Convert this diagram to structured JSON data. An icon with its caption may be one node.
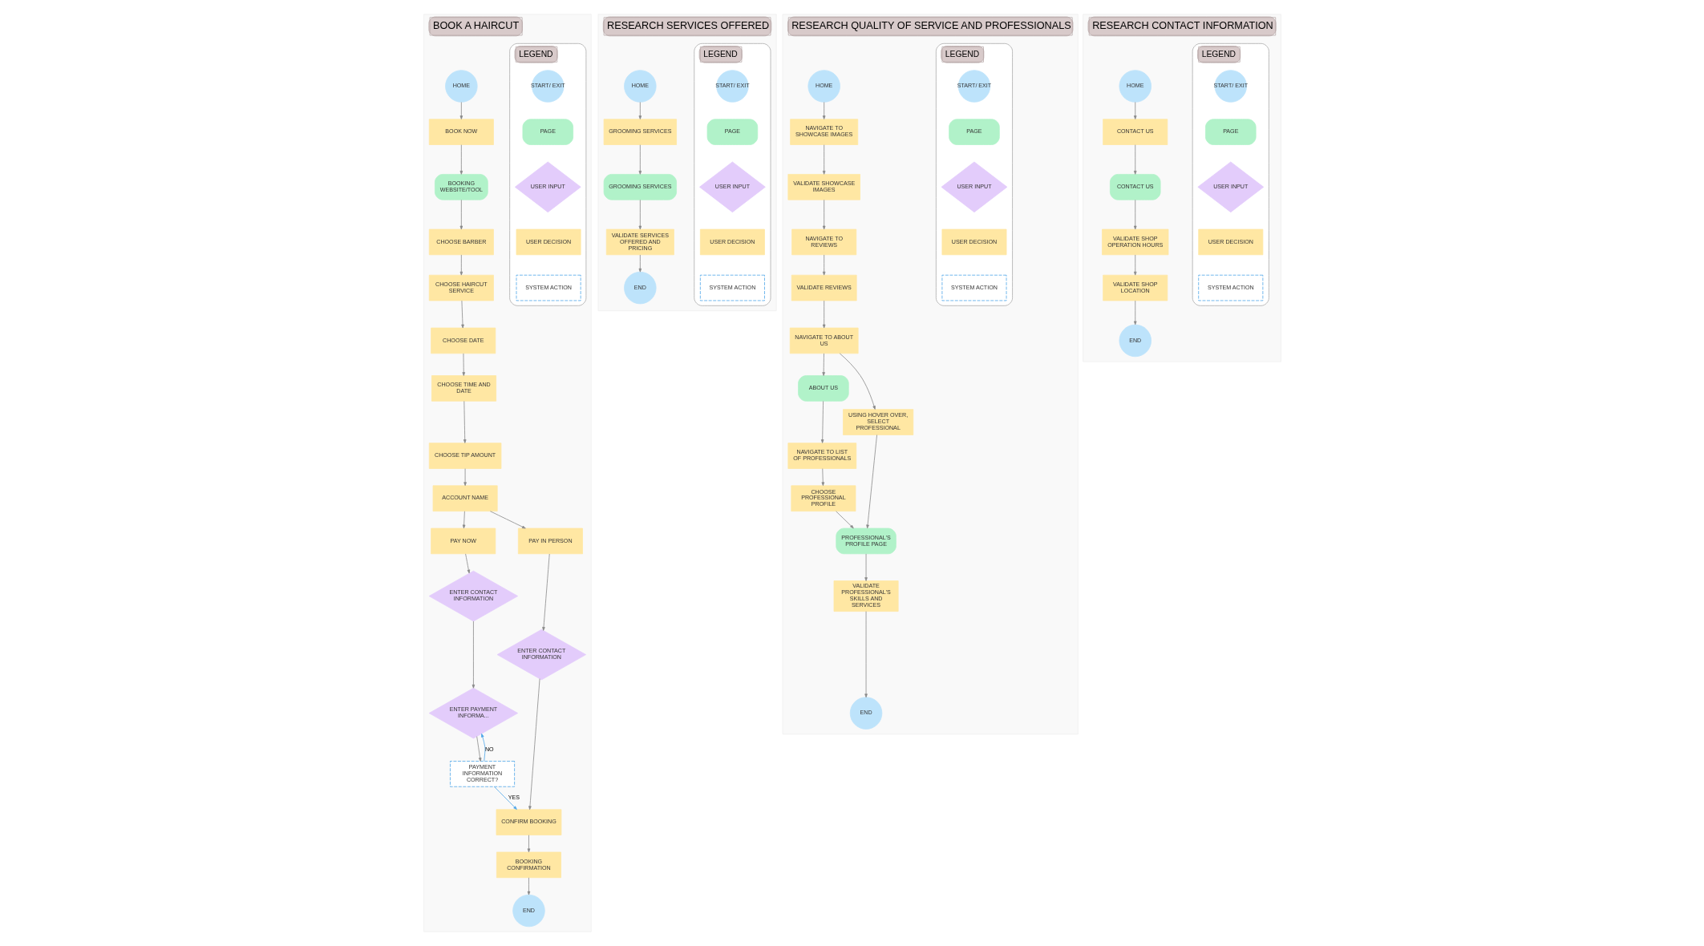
{
  "diagram": {
    "nodes": [
      {
        "text": [
          "BOOK A HAIRCUT"
        ]
      },
      {
        "text": [
          "LEGEND"
        ],
        "in": 0
      },
      {
        "text": [
          "START/ EXIT"
        ],
        "in": 1
      },
      {
        "text": [
          "PAGE"
        ],
        "in": 1
      },
      {
        "text": [
          "USER INPUT"
        ],
        "in": 1
      },
      {
        "text": [
          "USER DECISION"
        ],
        "in": 1
      },
      {
        "text": [
          "SYSTEM ACTION"
        ],
        "in": 1
      },
      {
        "text": [
          "HOME"
        ],
        "in": 0
      },
      {
        "text": [
          "BOOK NOW"
        ],
        "in": 0
      },
      {
        "text": [
          "BOOKING WEBSITE/TOOL"
        ],
        "in": 0
      },
      {
        "text": [
          "CHOOSE BARBER"
        ],
        "in": 0
      },
      {
        "text": [
          "CHOOSE HAIRCUT SERVICE"
        ],
        "in": 0
      },
      {
        "text": [
          "CHOOSE DATE"
        ],
        "in": 0
      },
      {
        "text": [
          "CHOOSE TIME AND DATE"
        ],
        "in": 0
      },
      {
        "text": [
          "CHOOSE TIP AMOUNT"
        ],
        "in": 0
      },
      {
        "text": [
          "ACCOUNT NAME"
        ],
        "in": 0
      },
      {
        "text": [
          "PAY NOW"
        ],
        "in": 0
      },
      {
        "text": [
          "PAY IN PERSON"
        ],
        "in": 0
      },
      {
        "text": [
          "ENTER CONTACT INFORMATION"
        ],
        "in": 0
      },
      {
        "text": [
          "ENTER CONTACT INFORMATION"
        ],
        "in": 0
      },
      {
        "text": [
          "ENTER PAYMENT INFORMA..."
        ],
        "in": 0
      },
      {
        "text": [
          "PAYMENT INFORMATION CORRECT?"
        ],
        "in": 0
      },
      {
        "text": [
          "CONFIRM BOOKING"
        ],
        "in": 0
      },
      {
        "text": [
          "BOOKING CONFIRMATION"
        ],
        "in": 0
      },
      {
        "text": [
          "END"
        ],
        "in": 0
      },
      {
        "text": [
          "RESEARCH SERVICES OFFERED"
        ]
      },
      {
        "text": [
          "LEGEND"
        ],
        "in": 25
      },
      {
        "text": [
          "START/ EXIT"
        ],
        "in": 26
      },
      {
        "text": [
          "PAGE"
        ],
        "in": 26
      },
      {
        "text": [
          "USER INPUT"
        ],
        "in": 26
      },
      {
        "text": [
          "USER DECISION"
        ],
        "in": 26
      },
      {
        "text": [
          "SYSTEM ACTION"
        ],
        "in": 26
      },
      {
        "text": [
          "HOME"
        ],
        "in": 25
      },
      {
        "text": [
          "GROOMING SERVICES"
        ],
        "in": 25
      },
      {
        "text": [
          "GROOMING SERVICES"
        ],
        "in": 25
      },
      {
        "text": [
          "VALIDATE SERVICES OFFERED AND PRICING"
        ],
        "in": 25
      },
      {
        "text": [
          "END"
        ],
        "in": 25
      },
      {
        "text": [
          "RESEARCH QUALITY OF SERVICE AND PROFESSIONALS"
        ]
      },
      {
        "text": [
          "LEGEND"
        ],
        "in": 37
      },
      {
        "text": [
          "START/ EXIT"
        ],
        "in": 38
      },
      {
        "text": [
          "PAGE"
        ],
        "in": 38
      },
      {
        "text": [
          "USER INPUT"
        ],
        "in": 38
      },
      {
        "text": [
          "USER DECISION"
        ],
        "in": 38
      },
      {
        "text": [
          "SYSTEM ACTION"
        ],
        "in": 38
      },
      {
        "text": [
          "HOME"
        ],
        "in": 37
      },
      {
        "text": [
          "NAVIGATE TO SHOWCASE IMAGES"
        ],
        "in": 37
      },
      {
        "text": [
          "VALIDATE SHOWCASE IMAGES"
        ],
        "in": 37
      },
      {
        "text": [
          "NAVIGATE TO REVIEWS"
        ],
        "in": 37
      },
      {
        "text": [
          "VALIDATE REVIEWS"
        ],
        "in": 37
      },
      {
        "text": [
          "NAVIGATE TO ABOUT US"
        ],
        "in": 37
      },
      {
        "text": [
          "ABOUT US"
        ],
        "in": 37
      },
      {
        "text": [
          "USING HOVER OVER, SELECT PROFESSIONAL"
        ],
        "in": 37
      },
      {
        "text": [
          "NAVIGATE TO LIST OF PROFESSIONALS"
        ],
        "in": 37
      },
      {
        "text": [
          "CHOOSE PROFESSIONAL PROFILE"
        ],
        "in": 37
      },
      {
        "text": [
          "PROFESSIONAL'S PROFILE PAGE"
        ],
        "in": 37
      },
      {
        "text": [
          "VALIDATE PROFESSIONAL'S SKILLS AND SERVICES"
        ],
        "in": 37
      },
      {
        "text": [
          "END"
        ],
        "in": 37
      },
      {
        "text": [
          "RESEARCH CONTACT INFORMATION"
        ]
      },
      {
        "text": [
          "LEGEND"
        ],
        "in": 57
      },
      {
        "text": [
          "START/ EXIT"
        ],
        "in": 58
      },
      {
        "text": [
          "PAGE"
        ],
        "in": 58
      },
      {
        "text": [
          "USER INPUT"
        ],
        "in": 58
      },
      {
        "text": [
          "USER DECISION"
        ],
        "in": 58
      },
      {
        "text": [
          "SYSTEM ACTION"
        ],
        "in": 58
      },
      {
        "text": [
          "HOME"
        ],
        "in": 57
      },
      {
        "text": [
          "CONTACT US"
        ],
        "in": 57
      },
      {
        "text": [
          "CONTACT US"
        ],
        "in": 57
      },
      {
        "text": [
          "VALIDATE SHOP OPERATION HOURS"
        ],
        "in": 57
      },
      {
        "text": [
          "VALIDATE SHOP LOCATION"
        ],
        "in": 57
      },
      {
        "text": [
          "END"
        ],
        "in": 57
      }
    ],
    "edges": [
      {
        "from": 7,
        "to": 8,
        "arrow": "to"
      },
      {
        "from": 8,
        "to": 9,
        "arrow": "to"
      },
      {
        "from": 9,
        "to": 10,
        "arrow": "to"
      },
      {
        "from": 10,
        "to": 11,
        "arrow": "to"
      },
      {
        "from": 11,
        "to": 12,
        "arrow": "to"
      },
      {
        "from": 12,
        "to": 13,
        "arrow": "to"
      },
      {
        "from": 13,
        "to": 14,
        "arrow": "to"
      },
      {
        "from": 14,
        "to": 15,
        "arrow": "to"
      },
      {
        "from": 15,
        "to": 16,
        "arrow": "to"
      },
      {
        "from": 15,
        "to": 17,
        "arrow": "to"
      },
      {
        "from": 16,
        "to": 18,
        "arrow": "to"
      },
      {
        "from": 17,
        "to": 19,
        "arrow": "to"
      },
      {
        "from": 18,
        "to": 20,
        "arrow": "to"
      },
      {
        "from": 20,
        "to": 21,
        "arrow": "to"
      },
      {
        "from": 21,
        "to": 20,
        "arrow": "to",
        "label": "NO",
        "color": "#4da6e8"
      },
      {
        "from": 21,
        "to": 22,
        "arrow": "to",
        "label": "YES",
        "color": "#4da6e8"
      },
      {
        "from": 19,
        "to": 22,
        "arrow": "to"
      },
      {
        "from": 22,
        "to": 23,
        "arrow": "to"
      },
      {
        "from": 23,
        "to": 24,
        "arrow": "to"
      },
      {
        "from": 32,
        "to": 33,
        "arrow": "to"
      },
      {
        "from": 33,
        "to": 34,
        "arrow": "to"
      },
      {
        "from": 34,
        "to": 35,
        "arrow": "to"
      },
      {
        "from": 35,
        "to": 36,
        "arrow": "to"
      },
      {
        "from": 44,
        "to": 45,
        "arrow": "to"
      },
      {
        "from": 45,
        "to": 46,
        "arrow": "to"
      },
      {
        "from": 46,
        "to": 47,
        "arrow": "to"
      },
      {
        "from": 47,
        "to": 48,
        "arrow": "to"
      },
      {
        "from": 48,
        "to": 49,
        "arrow": "to"
      },
      {
        "from": 49,
        "to": 50,
        "arrow": "to"
      },
      {
        "from": 49,
        "to": 51,
        "arrow": "to"
      },
      {
        "from": 50,
        "to": 52,
        "arrow": "to"
      },
      {
        "from": 52,
        "to": 53,
        "arrow": "to"
      },
      {
        "from": 53,
        "to": 54,
        "arrow": "to"
      },
      {
        "from": 51,
        "to": 54,
        "arrow": "to"
      },
      {
        "from": 54,
        "to": 55,
        "arrow": "to"
      },
      {
        "from": 55,
        "to": 56,
        "arrow": "to"
      },
      {
        "from": 64,
        "to": 65,
        "arrow": "to"
      },
      {
        "from": 65,
        "to": 66,
        "arrow": "to"
      },
      {
        "from": 66,
        "to": 67,
        "arrow": "to"
      },
      {
        "from": 67,
        "to": 68,
        "arrow": "to"
      },
      {
        "from": 68,
        "to": 69,
        "arrow": "to"
      }
    ]
  }
}
